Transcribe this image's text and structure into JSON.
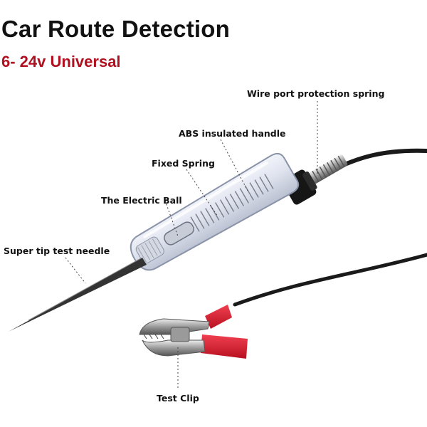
{
  "header": {
    "title": "Car Route Detection",
    "subtitle": "6- 24v Universal"
  },
  "callouts": {
    "wire_port_spring": "Wire port protection spring",
    "abs_handle": "ABS insulated handle",
    "fixed_spring": "Fixed Spring",
    "electric_ball": "The Electric Ball",
    "tip_needle": "Super tip test needle",
    "test_clip": "Test Clip"
  },
  "colors": {
    "title": "#111111",
    "subtitle": "#b01020",
    "clip_sleeve": "#d81e2c",
    "cable": "#1a1a1a"
  }
}
